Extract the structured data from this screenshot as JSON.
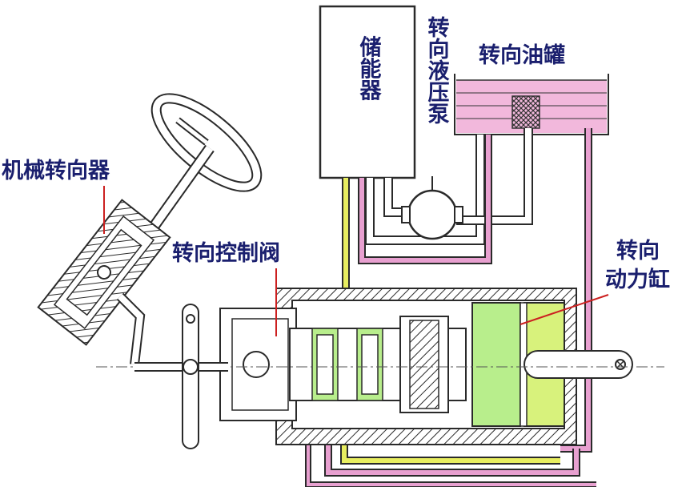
{
  "labels": {
    "accumulator": "储能器",
    "pump": "转向液压泵",
    "oil_tank": "转向油罐",
    "mechanical_steering_gear": "机械转向器",
    "control_valve": "转向控制阀",
    "power_cylinder_line1": "转向",
    "power_cylinder_line2": "动力缸"
  },
  "colors": {
    "pink_line": "#e8a0d0",
    "oil": "#f2b8dc",
    "yellow_line": "#e8ee60",
    "green_piston": "#b8ee8c",
    "label_text": "#1a1f6e",
    "leader_red": "#cc2020"
  }
}
